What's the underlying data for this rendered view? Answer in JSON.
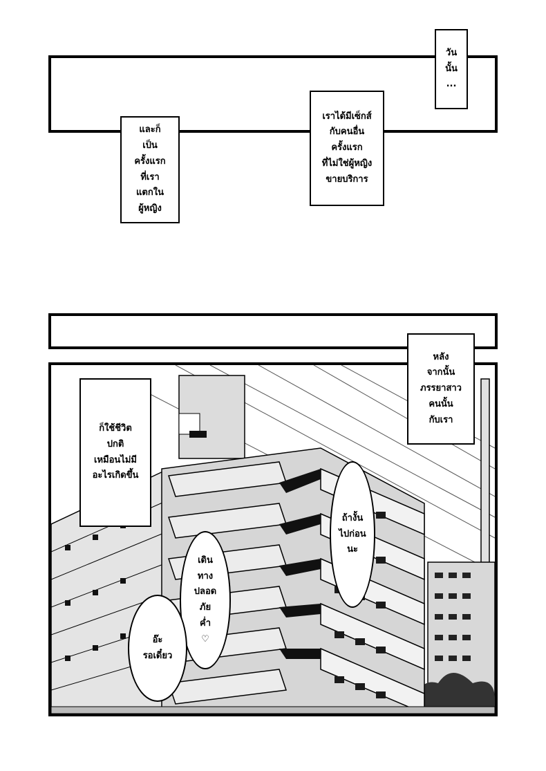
{
  "page1": {
    "caption_top_right": [
      "วัน",
      "นั้น",
      "..."
    ],
    "caption_middle": [
      "เราได้มีเซ็กส์",
      "กับคนอื่น",
      "ครั้งแรก",
      "ที่ไม่ใช่ผู้หญิง",
      "ขายบริการ"
    ],
    "caption_left": [
      "และก็",
      "เป็น",
      "ครั้งแรก",
      "ที่เรา",
      "แตกใน",
      "ผู้หญิง"
    ]
  },
  "page2": {
    "caption_top_right": [
      "หลัง",
      "จากนั้น",
      "ภรรยาสาว",
      "คนนั้น",
      "กับเรา"
    ],
    "caption_left": [
      "ก็ใช้ชีวิต",
      "ปกติ",
      "เหมือนไม่มี",
      "อะไรเกิดขึ้น"
    ],
    "bubble_right": [
      "ถ้างั้น",
      "ไปก่อน",
      "นะ"
    ],
    "bubble_middle": [
      "เดิน",
      "ทาง",
      "ปลอด",
      "ภัย",
      "ค่ำ",
      "♡"
    ],
    "bubble_left": [
      "อ๊ะ",
      "รอเดี๋ยว"
    ]
  }
}
